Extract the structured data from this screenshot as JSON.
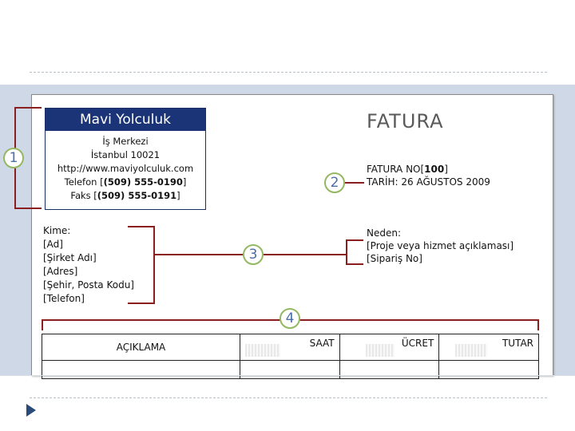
{
  "company": {
    "name": "Mavi Yolculuk",
    "line1": "İş Merkezi",
    "line2": "İstanbul 10021",
    "line3": "http://www.maviyolculuk.com",
    "phone_label": "Telefon [",
    "phone_value": "(509) 555-0190",
    "fax_label": "Faks [",
    "fax_value": "(509) 555-0191"
  },
  "invoice": {
    "title": "FATURA",
    "number_label": "FATURA NO[",
    "number_value": "100",
    "date": "TARİH: 26 AĞUSTOS 2009"
  },
  "to": {
    "heading": "Kime:",
    "lines": [
      "[Ad]",
      "[Şirket Adı]",
      "[Adres]",
      "[Şehir, Posta Kodu]",
      "[Telefon]"
    ]
  },
  "reason": {
    "heading": "Neden:",
    "lines": [
      "[Proje veya hizmet açıklaması]",
      "[Sipariş No]"
    ]
  },
  "callouts": [
    "1",
    "2",
    "3",
    "4"
  ],
  "table": {
    "headers": [
      "AÇIKLAMA",
      "SAAT",
      "ÜCRET",
      "TUTAR"
    ]
  },
  "colors": {
    "company_bar": "#1b3478",
    "callout_border": "#94b862",
    "bracket": "#8b1f1f"
  }
}
